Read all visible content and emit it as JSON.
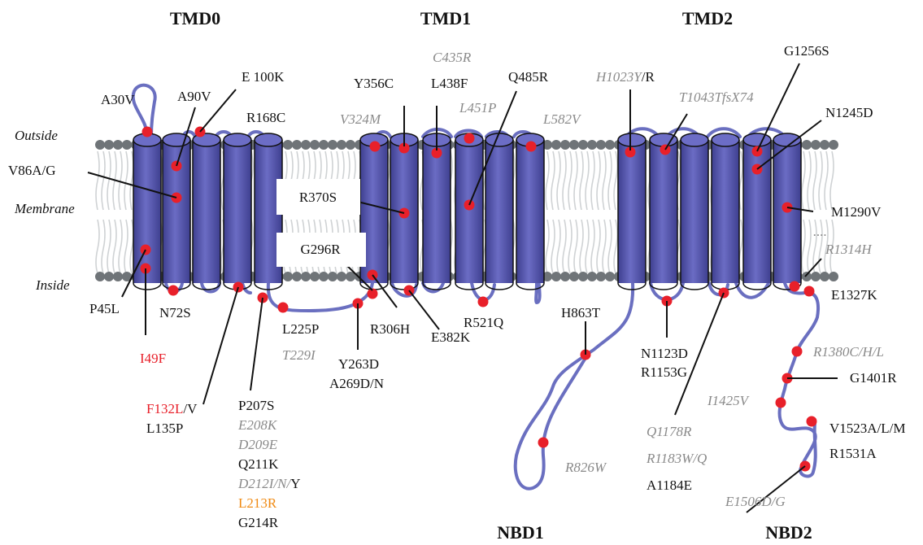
{
  "regions": {
    "tmd0": "TMD0",
    "tmd1": "TMD1",
    "tmd2": "TMD2",
    "nbd1": "NBD1",
    "nbd2": "NBD2"
  },
  "sides": {
    "outside": "Outside",
    "membrane": "Membrane",
    "inside": "Inside"
  },
  "boxes": {
    "r370s": "R370S",
    "g296r": "G296R"
  },
  "mutations": {
    "a30v": "A30V",
    "a90v": "A90V",
    "e100k": "E 100K",
    "r168c": "R168C",
    "v86ag": "V86A/G",
    "p45l": "P45L",
    "n72s": "N72S",
    "i49f": "I49F",
    "f132l": "F132L",
    "f132l_suffix": "/V",
    "l135p": "L135P",
    "l225p": "L225P",
    "t229i": "T229I",
    "p207s": "P207S",
    "e208k": "E208K",
    "d209e": "D209E",
    "q211k": "Q211K",
    "d212": "D212I/N/",
    "d212_suffix": "Y",
    "l213r": "L213R",
    "g214r": "G214R",
    "y356c": "Y356C",
    "v324m": "V324M",
    "c435r": "C435R",
    "l438f": "L438F",
    "q485r": "Q485R",
    "l451p": "L451P",
    "l582v": "L582V",
    "r306h": "R306H",
    "y263d": "Y263D",
    "a269dn": "A269D/N",
    "e382k": "E382K",
    "r521q": "R521Q",
    "h863t": "H863T",
    "r826w": "R826W",
    "h1023y": "H1023Y",
    "h1023y_suffix": "/R",
    "t1043": "T1043TfsX74",
    "g1256s": "G1256S",
    "n1245d": "N1245D",
    "m1290v": "M1290V",
    "r1314h": "R1314H",
    "ellipsis": "....",
    "e1327k": "E1327K",
    "r1380": "R1380C/H/L",
    "g1401r": "G1401R",
    "i1425v": "I1425V",
    "v1523": "V1523A/L/M",
    "r1531a": "R1531A",
    "e1506": "E1506D/G",
    "n1123d": "N1123D",
    "r1153g": "R1153G",
    "q1178r": "Q1178R",
    "r1183": "R1183W/Q",
    "a1184e": "A1184E"
  },
  "colors": {
    "helix": "#5b5cb0",
    "loop": "#6a6fc0",
    "site": "#e8202a",
    "head": "#6f7478"
  }
}
